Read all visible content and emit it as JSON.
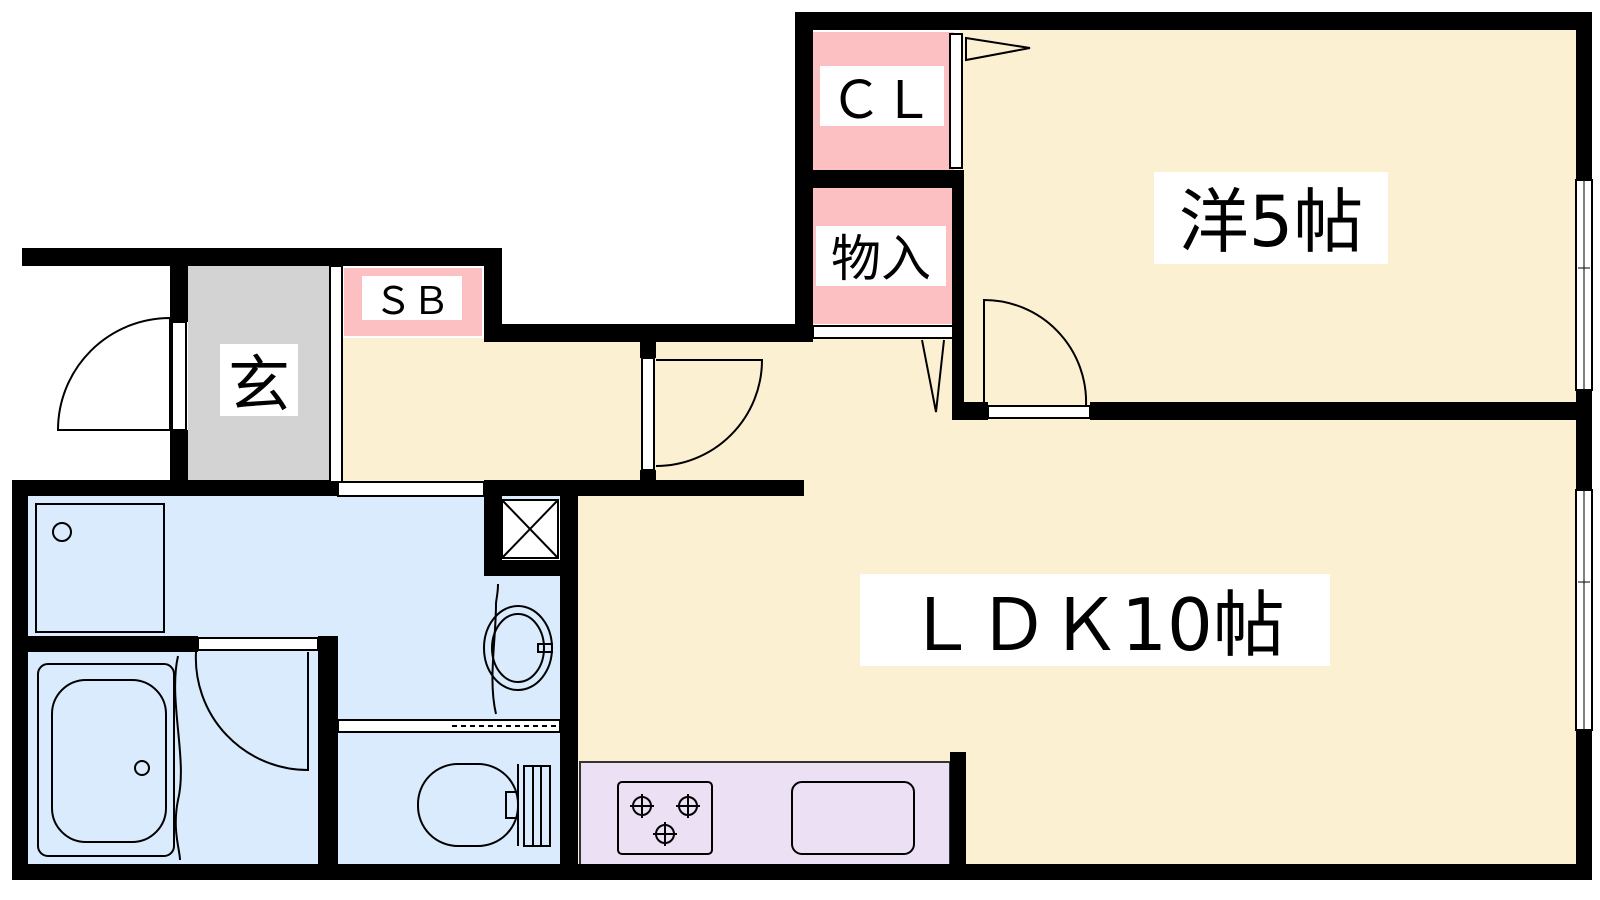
{
  "rooms": {
    "western": {
      "label": "洋5帖"
    },
    "ldk": {
      "label": "ＬＤＫ10帖"
    },
    "entrance": {
      "label": "玄"
    },
    "closet": {
      "label": "ＣＬ"
    },
    "storage": {
      "label": "物入"
    },
    "shoebox": {
      "label": "ＳＢ"
    }
  },
  "colors": {
    "room_floor": "#fcf0d2",
    "wet_area": "#d9ebfc",
    "storage": "#fcc0c3",
    "entrance": "#d3d3d3",
    "kitchen": "#ece0f5",
    "wall": "#000000"
  }
}
